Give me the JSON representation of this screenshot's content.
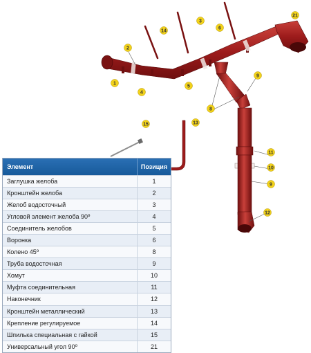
{
  "callouts": [
    {
      "label": "1"
    },
    {
      "label": "2"
    },
    {
      "label": "14"
    },
    {
      "label": "3"
    },
    {
      "label": "4"
    },
    {
      "label": "5"
    },
    {
      "label": "6"
    },
    {
      "label": "21"
    },
    {
      "label": "9"
    },
    {
      "label": "8"
    },
    {
      "label": "15"
    },
    {
      "label": "13"
    },
    {
      "label": "11"
    },
    {
      "label": "10"
    },
    {
      "label": "9"
    },
    {
      "label": "12"
    }
  ],
  "table": {
    "headers": [
      "Элемент",
      "Позиция"
    ],
    "rows": [
      [
        "Заглушка желоба",
        "1"
      ],
      [
        "Кронштейн желоба",
        "2"
      ],
      [
        "Желоб водосточный",
        "3"
      ],
      [
        "Угловой элемент желоба 90º",
        "4"
      ],
      [
        "Соединитель желобов",
        "5"
      ],
      [
        "Воронка",
        "6"
      ],
      [
        "Колено 45º",
        "8"
      ],
      [
        "Труба водосточная",
        "9"
      ],
      [
        "Хомут",
        "10"
      ],
      [
        "Муфта соединительная",
        "11"
      ],
      [
        "Наконечник",
        "12"
      ],
      [
        "Кронштейн металлический",
        "13"
      ],
      [
        "Крепление регулируемое",
        "14"
      ],
      [
        "Шпилька специальная с гайкой",
        "15"
      ],
      [
        "Универсальный угол 90º",
        "21"
      ]
    ]
  },
  "colors": {
    "gutter": "#9c1b1b",
    "gutter_dark": "#6e0f0f",
    "gutter_light": "#c9403a",
    "callout_fill": "#f2d21b",
    "table_header": "#1e64a8"
  }
}
